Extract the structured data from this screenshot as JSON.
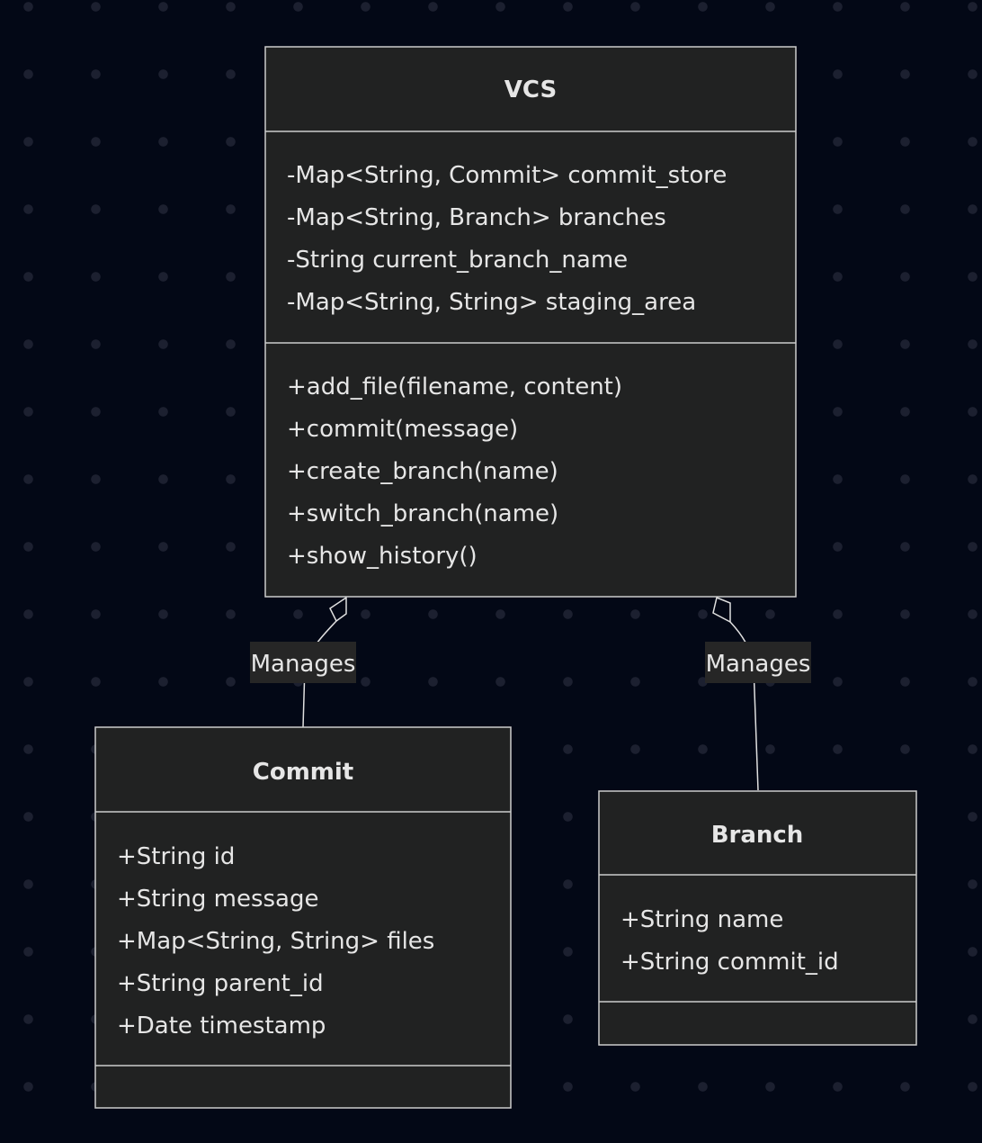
{
  "classes": {
    "vcs": {
      "name": "VCS",
      "attributes": [
        "-Map<String, Commit> commit_store",
        "-Map<String, Branch> branches",
        "-String current_branch_name",
        "-Map<String, String> staging_area"
      ],
      "methods": [
        "+add_file(filename, content)",
        "+commit(message)",
        "+create_branch(name)",
        "+switch_branch(name)",
        "+show_history()"
      ]
    },
    "commit": {
      "name": "Commit",
      "attributes": [
        "+String id",
        "+String message",
        "+Map<String, String> files",
        "+String parent_id",
        "+Date timestamp"
      ],
      "methods": []
    },
    "branch": {
      "name": "Branch",
      "attributes": [
        "+String name",
        "+String commit_id"
      ],
      "methods": []
    }
  },
  "relations": [
    {
      "from": "VCS",
      "to": "Commit",
      "type": "aggregation",
      "label": "Manages"
    },
    {
      "from": "VCS",
      "to": "Branch",
      "type": "aggregation",
      "label": "Manages"
    }
  ]
}
